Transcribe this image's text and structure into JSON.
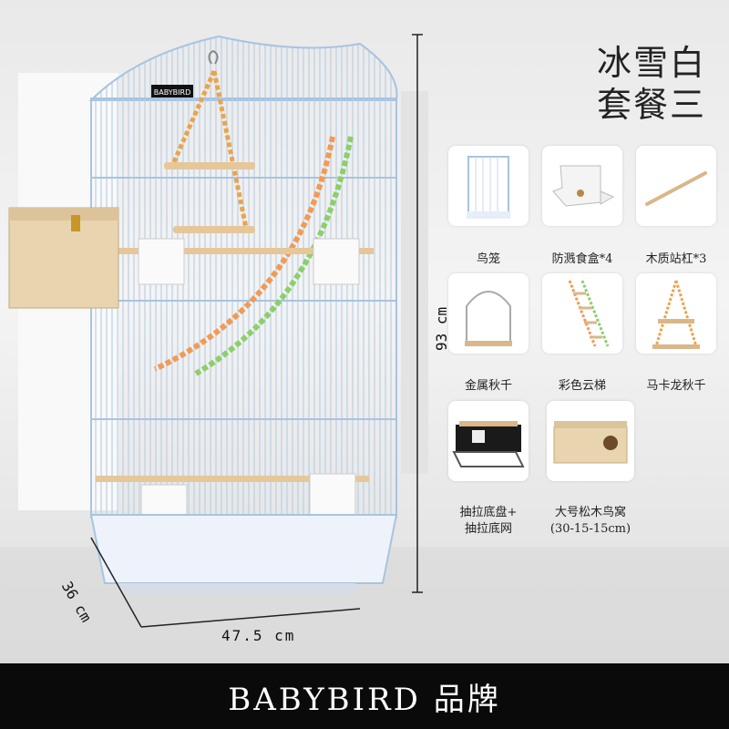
{
  "header": {
    "line1": "冰雪白",
    "line2": "套餐三"
  },
  "cage": {
    "brand_tag": "BABYBIRD"
  },
  "dimensions": {
    "height": "93 cm",
    "depth": "36 cm",
    "width": "47.5 cm"
  },
  "items": [
    {
      "label": "鸟笼"
    },
    {
      "label": "防溅食盒*4"
    },
    {
      "label": "木质站杠*3"
    },
    {
      "label": "金属秋千"
    },
    {
      "label": "彩色云梯"
    },
    {
      "label": "马卡龙秋千"
    },
    {
      "label1": "抽拉底盘+",
      "label2": "抽拉底网"
    },
    {
      "label1": "大号松木鸟窝",
      "label2": "(30-15-15cm)"
    }
  ],
  "footer": {
    "text": "BABYBIRD 品牌"
  }
}
